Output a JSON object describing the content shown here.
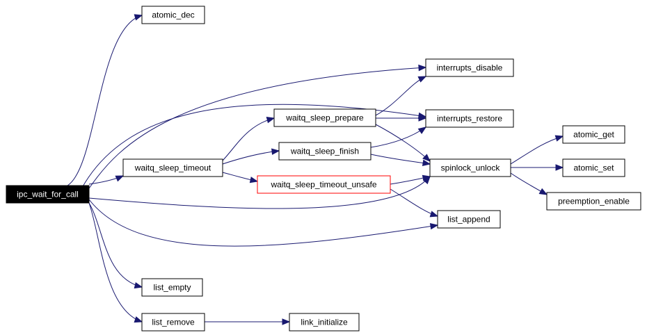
{
  "graph": {
    "edge_color": "#191970",
    "nodes": [
      {
        "id": "ipc_wait_for_call",
        "label": "ipc_wait_for_call",
        "style": "root"
      },
      {
        "id": "atomic_dec",
        "label": "atomic_dec",
        "style": "normal"
      },
      {
        "id": "interrupts_disable",
        "label": "interrupts_disable",
        "style": "normal"
      },
      {
        "id": "interrupts_restore",
        "label": "interrupts_restore",
        "style": "normal"
      },
      {
        "id": "waitq_sleep_prepare",
        "label": "waitq_sleep_prepare",
        "style": "normal"
      },
      {
        "id": "waitq_sleep_finish",
        "label": "waitq_sleep_finish",
        "style": "normal"
      },
      {
        "id": "waitq_sleep_timeout",
        "label": "waitq_sleep_timeout",
        "style": "normal"
      },
      {
        "id": "waitq_sleep_timeout_unsafe",
        "label": "waitq_sleep_timeout_unsafe",
        "style": "red"
      },
      {
        "id": "spinlock_unlock",
        "label": "spinlock_unlock",
        "style": "normal"
      },
      {
        "id": "atomic_get",
        "label": "atomic_get",
        "style": "normal"
      },
      {
        "id": "atomic_set",
        "label": "atomic_set",
        "style": "normal"
      },
      {
        "id": "preemption_enable",
        "label": "preemption_enable",
        "style": "normal"
      },
      {
        "id": "list_append",
        "label": "list_append",
        "style": "normal"
      },
      {
        "id": "list_empty",
        "label": "list_empty",
        "style": "normal"
      },
      {
        "id": "list_remove",
        "label": "list_remove",
        "style": "normal"
      },
      {
        "id": "link_initialize",
        "label": "link_initialize",
        "style": "normal"
      }
    ],
    "edges": [
      {
        "from": "ipc_wait_for_call",
        "to": "atomic_dec"
      },
      {
        "from": "ipc_wait_for_call",
        "to": "interrupts_disable"
      },
      {
        "from": "ipc_wait_for_call",
        "to": "interrupts_restore"
      },
      {
        "from": "ipc_wait_for_call",
        "to": "waitq_sleep_timeout"
      },
      {
        "from": "ipc_wait_for_call",
        "to": "spinlock_unlock"
      },
      {
        "from": "ipc_wait_for_call",
        "to": "list_append"
      },
      {
        "from": "ipc_wait_for_call",
        "to": "list_empty"
      },
      {
        "from": "ipc_wait_for_call",
        "to": "list_remove"
      },
      {
        "from": "waitq_sleep_timeout",
        "to": "waitq_sleep_prepare"
      },
      {
        "from": "waitq_sleep_timeout",
        "to": "waitq_sleep_finish"
      },
      {
        "from": "waitq_sleep_timeout",
        "to": "waitq_sleep_timeout_unsafe"
      },
      {
        "from": "waitq_sleep_prepare",
        "to": "interrupts_disable"
      },
      {
        "from": "waitq_sleep_prepare",
        "to": "interrupts_restore"
      },
      {
        "from": "waitq_sleep_prepare",
        "to": "spinlock_unlock"
      },
      {
        "from": "waitq_sleep_finish",
        "to": "interrupts_restore"
      },
      {
        "from": "waitq_sleep_finish",
        "to": "spinlock_unlock"
      },
      {
        "from": "waitq_sleep_timeout_unsafe",
        "to": "spinlock_unlock"
      },
      {
        "from": "waitq_sleep_timeout_unsafe",
        "to": "list_append"
      },
      {
        "from": "spinlock_unlock",
        "to": "atomic_get"
      },
      {
        "from": "spinlock_unlock",
        "to": "atomic_set"
      },
      {
        "from": "spinlock_unlock",
        "to": "preemption_enable"
      },
      {
        "from": "list_remove",
        "to": "link_initialize"
      }
    ]
  }
}
